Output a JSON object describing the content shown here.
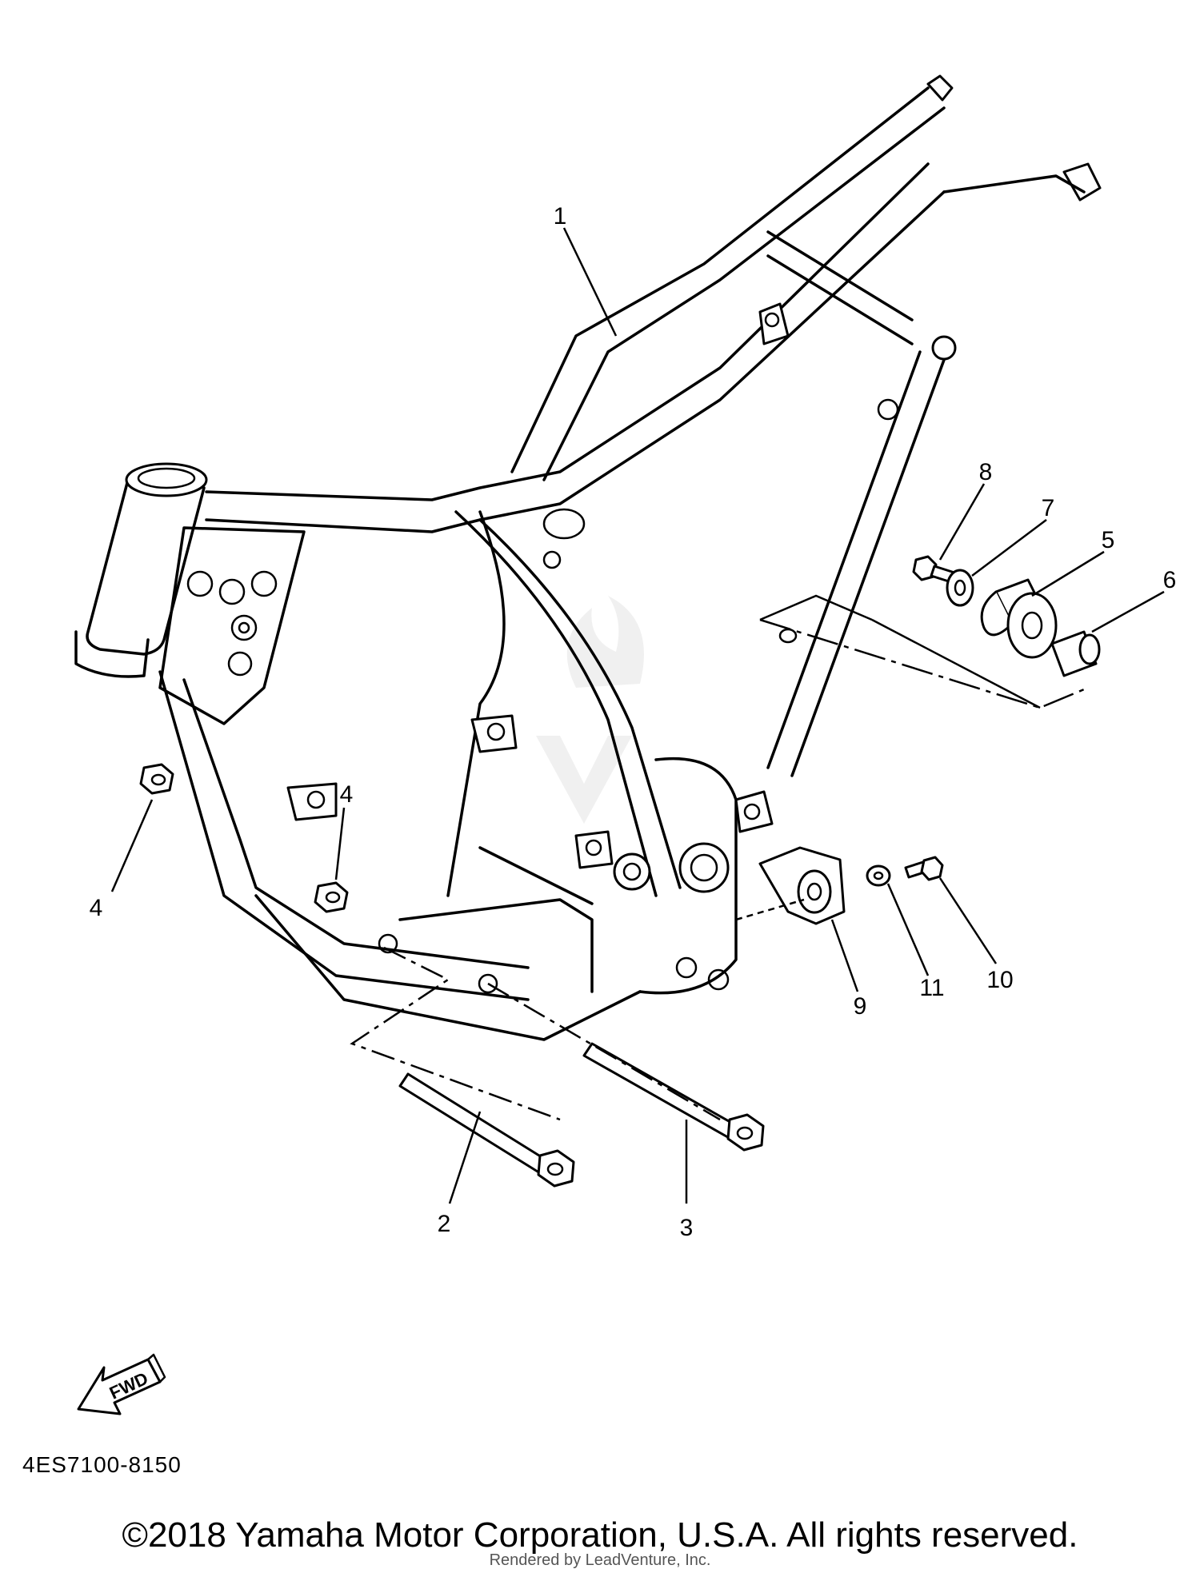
{
  "diagram": {
    "code": "4ES7100-8150",
    "fwd_label": "FWD",
    "callouts": [
      "1",
      "2",
      "3",
      "4",
      "4",
      "5",
      "6",
      "7",
      "8",
      "9",
      "10",
      "11"
    ]
  },
  "footer": {
    "copyright": "©2018 Yamaha Motor Corporation, U.S.A. All rights reserved.",
    "rendered_by": "Rendered by LeadVenture, Inc."
  }
}
